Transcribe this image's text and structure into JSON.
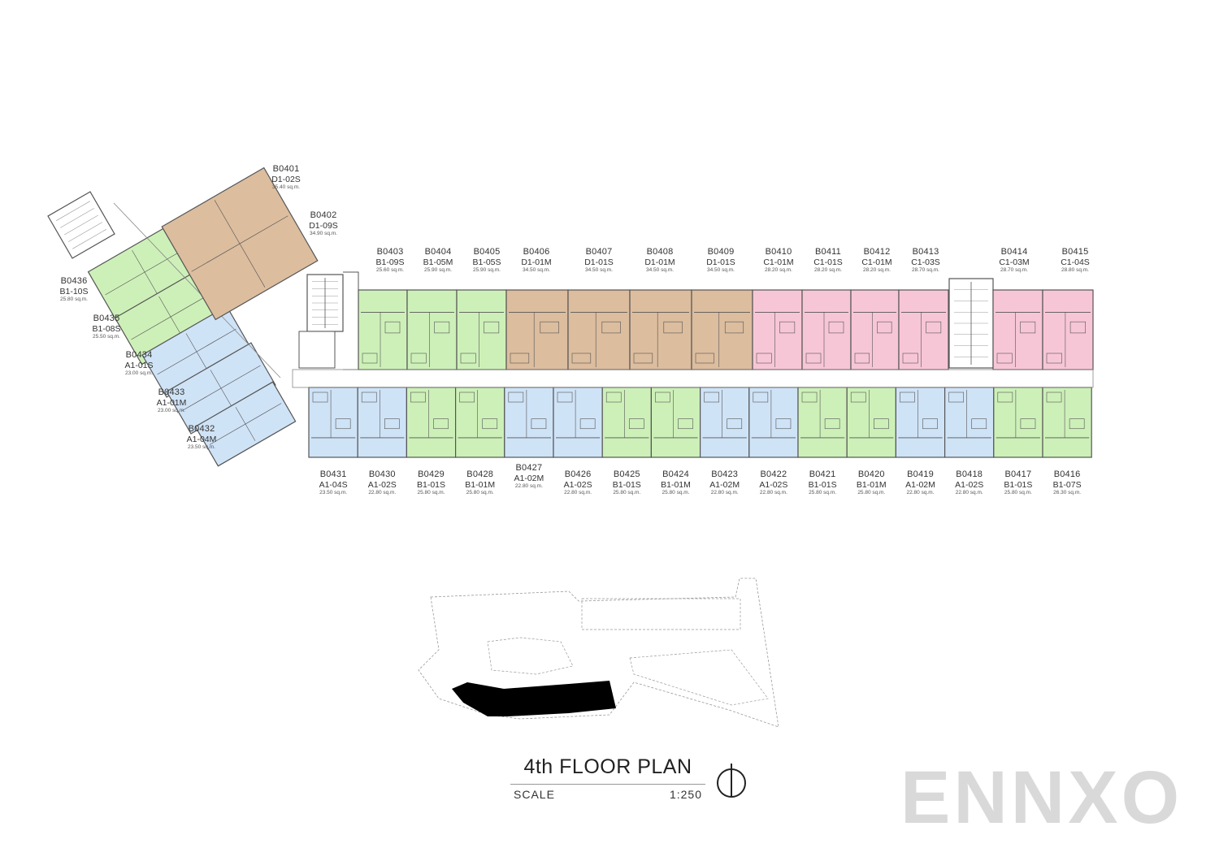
{
  "colors": {
    "type_a": "#cfe3f7",
    "type_b": "#cdf0b8",
    "type_c": "#f7c6d6",
    "type_d": "#dcbd9e",
    "core": "#ffffff",
    "key_plan_building": "#000000",
    "wall": "#555555"
  },
  "north_arrow": {
    "icon": "north-arrow-icon"
  },
  "plan": {
    "title": "4th FLOOR PLAN",
    "scale_label": "SCALE",
    "scale_value": "1:250"
  },
  "watermark": "ENNXO",
  "units": [
    {
      "code": "B0401",
      "type": "D1-02S",
      "area": "35.40 sq.m.",
      "color_key": "type_d"
    },
    {
      "code": "B0402",
      "type": "D1-09S",
      "area": "34.90 sq.m.",
      "color_key": "type_d"
    },
    {
      "code": "B0403",
      "type": "B1-09S",
      "area": "25.60 sq.m.",
      "color_key": "type_b"
    },
    {
      "code": "B0404",
      "type": "B1-05M",
      "area": "25.90 sq.m.",
      "color_key": "type_b"
    },
    {
      "code": "B0405",
      "type": "B1-05S",
      "area": "25.90 sq.m.",
      "color_key": "type_b"
    },
    {
      "code": "B0406",
      "type": "D1-01M",
      "area": "34.50 sq.m.",
      "color_key": "type_d"
    },
    {
      "code": "B0407",
      "type": "D1-01S",
      "area": "34.50 sq.m.",
      "color_key": "type_d"
    },
    {
      "code": "B0408",
      "type": "D1-01M",
      "area": "34.50 sq.m.",
      "color_key": "type_d"
    },
    {
      "code": "B0409",
      "type": "D1-01S",
      "area": "34.50 sq.m.",
      "color_key": "type_d"
    },
    {
      "code": "B0410",
      "type": "C1-01M",
      "area": "28.20 sq.m.",
      "color_key": "type_c"
    },
    {
      "code": "B0411",
      "type": "C1-01S",
      "area": "28.20 sq.m.",
      "color_key": "type_c"
    },
    {
      "code": "B0412",
      "type": "C1-01M",
      "area": "28.20 sq.m.",
      "color_key": "type_c"
    },
    {
      "code": "B0413",
      "type": "C1-03S",
      "area": "28.70 sq.m.",
      "color_key": "type_c"
    },
    {
      "code": "B0414",
      "type": "C1-03M",
      "area": "28.70 sq.m.",
      "color_key": "type_c"
    },
    {
      "code": "B0415",
      "type": "C1-04S",
      "area": "28.80 sq.m.",
      "color_key": "type_c"
    },
    {
      "code": "B0416",
      "type": "B1-07S",
      "area": "26.30 sq.m.",
      "color_key": "type_b"
    },
    {
      "code": "B0417",
      "type": "B1-01S",
      "area": "25.80 sq.m.",
      "color_key": "type_b"
    },
    {
      "code": "B0418",
      "type": "A1-02S",
      "area": "22.80 sq.m.",
      "color_key": "type_a"
    },
    {
      "code": "B0419",
      "type": "A1-02M",
      "area": "22.80 sq.m.",
      "color_key": "type_a"
    },
    {
      "code": "B0420",
      "type": "B1-01M",
      "area": "25.80 sq.m.",
      "color_key": "type_b"
    },
    {
      "code": "B0421",
      "type": "B1-01S",
      "area": "25.80 sq.m.",
      "color_key": "type_b"
    },
    {
      "code": "B0422",
      "type": "A1-02S",
      "area": "22.80 sq.m.",
      "color_key": "type_a"
    },
    {
      "code": "B0423",
      "type": "A1-02M",
      "area": "22.80 sq.m.",
      "color_key": "type_a"
    },
    {
      "code": "B0424",
      "type": "B1-01M",
      "area": "25.80 sq.m.",
      "color_key": "type_b"
    },
    {
      "code": "B0425",
      "type": "B1-01S",
      "area": "25.80 sq.m.",
      "color_key": "type_b"
    },
    {
      "code": "B0426",
      "type": "A1-02S",
      "area": "22.80 sq.m.",
      "color_key": "type_a"
    },
    {
      "code": "B0427",
      "type": "A1-02M",
      "area": "22.80 sq.m.",
      "color_key": "type_a"
    },
    {
      "code": "B0428",
      "type": "B1-01M",
      "area": "25.80 sq.m.",
      "color_key": "type_b"
    },
    {
      "code": "B0429",
      "type": "B1-01S",
      "area": "25.80 sq.m.",
      "color_key": "type_b"
    },
    {
      "code": "B0430",
      "type": "A1-02S",
      "area": "22.80 sq.m.",
      "color_key": "type_a"
    },
    {
      "code": "B0431",
      "type": "A1-04S",
      "area": "23.50 sq.m.",
      "color_key": "type_a"
    },
    {
      "code": "B0432",
      "type": "A1-04M",
      "area": "23.50 sq.m.",
      "color_key": "type_a"
    },
    {
      "code": "B0433",
      "type": "A1-01M",
      "area": "23.00 sq.m.",
      "color_key": "type_a"
    },
    {
      "code": "B0434",
      "type": "A1-01S",
      "area": "23.00 sq.m.",
      "color_key": "type_a"
    },
    {
      "code": "B0435",
      "type": "B1-08S",
      "area": "25.50 sq.m.",
      "color_key": "type_b"
    },
    {
      "code": "B0436",
      "type": "B1-10S",
      "area": "25.80 sq.m.",
      "color_key": "type_b"
    }
  ]
}
